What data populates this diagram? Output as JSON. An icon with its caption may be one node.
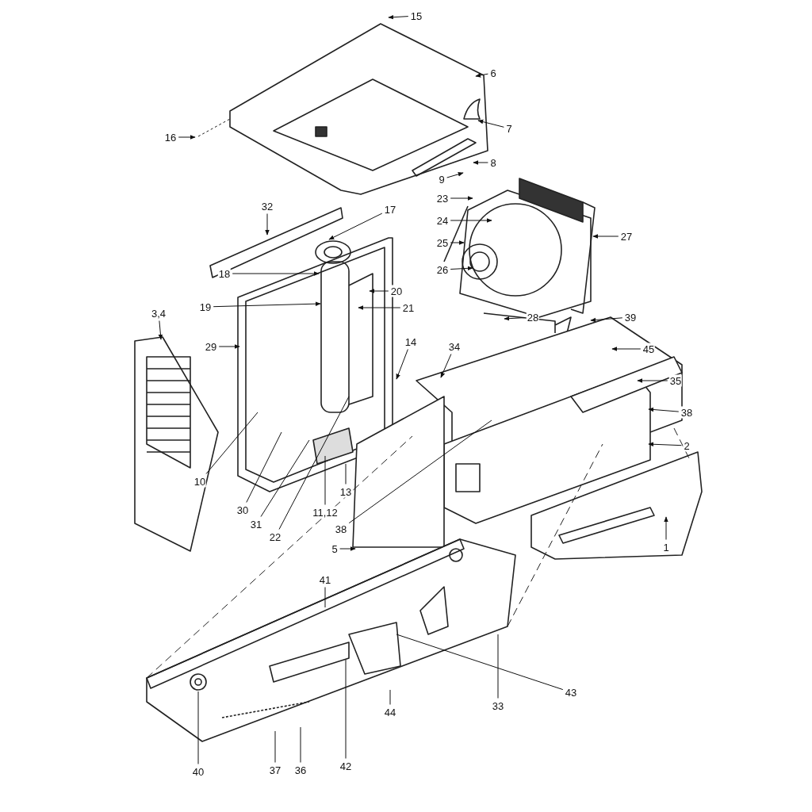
{
  "diagram": {
    "nodes": [
      {
        "text": [
          "15"
        ]
      },
      {
        "text": [
          "6"
        ]
      },
      {
        "text": [
          "7"
        ]
      },
      {
        "text": [
          "16"
        ]
      },
      {
        "text": [
          "8"
        ]
      },
      {
        "text": [
          "9"
        ]
      },
      {
        "text": [
          "23"
        ]
      },
      {
        "text": [
          "24"
        ]
      },
      {
        "text": [
          "25"
        ]
      },
      {
        "text": [
          "26"
        ]
      },
      {
        "text": [
          "27"
        ]
      },
      {
        "text": [
          "32"
        ]
      },
      {
        "text": [
          "17"
        ]
      },
      {
        "text": [
          "18"
        ]
      },
      {
        "text": [
          "20"
        ]
      },
      {
        "text": [
          "19"
        ]
      },
      {
        "text": [
          "21"
        ]
      },
      {
        "text": [
          "3,4"
        ]
      },
      {
        "text": [
          "29"
        ]
      },
      {
        "text": [
          "14"
        ]
      },
      {
        "text": [
          "34"
        ]
      },
      {
        "text": [
          "28"
        ]
      },
      {
        "text": [
          "39"
        ]
      },
      {
        "text": [
          "45"
        ]
      },
      {
        "text": [
          "35"
        ]
      },
      {
        "text": [
          "38"
        ]
      },
      {
        "text": [
          "2"
        ]
      },
      {
        "text": [
          "10"
        ]
      },
      {
        "text": [
          "30"
        ]
      },
      {
        "text": [
          "31"
        ]
      },
      {
        "text": [
          "22"
        ]
      },
      {
        "text": [
          "11,12"
        ]
      },
      {
        "text": [
          "13"
        ]
      },
      {
        "text": [
          "38"
        ]
      },
      {
        "text": [
          "5"
        ]
      },
      {
        "text": [
          "1"
        ]
      },
      {
        "text": [
          "41"
        ]
      },
      {
        "text": [
          "33"
        ]
      },
      {
        "text": [
          "43"
        ]
      },
      {
        "text": [
          "44"
        ]
      },
      {
        "text": [
          "42"
        ]
      },
      {
        "text": [
          "40"
        ]
      },
      {
        "text": [
          "37"
        ]
      },
      {
        "text": [
          "36"
        ]
      }
    ],
    "edges": [
      {
        "from": 0,
        "to": null,
        "arrow": "to"
      },
      {
        "from": 1,
        "to": null,
        "arrow": "to"
      },
      {
        "from": 2,
        "to": null,
        "arrow": "to"
      },
      {
        "from": 3,
        "to": null,
        "arrow": "to"
      },
      {
        "from": 4,
        "to": null,
        "arrow": "to"
      },
      {
        "from": 5,
        "to": null,
        "arrow": "to"
      },
      {
        "from": 6,
        "to": null,
        "arrow": "to"
      },
      {
        "from": 7,
        "to": null,
        "arrow": "to"
      },
      {
        "from": 8,
        "to": null,
        "arrow": "to"
      },
      {
        "from": 9,
        "to": null,
        "arrow": "to"
      },
      {
        "from": 10,
        "to": null,
        "arrow": "to"
      },
      {
        "from": 11,
        "to": null,
        "arrow": "to"
      },
      {
        "from": 12,
        "to": null,
        "arrow": "to"
      },
      {
        "from": 13,
        "to": null,
        "arrow": "to"
      },
      {
        "from": 14,
        "to": null,
        "arrow": "to"
      },
      {
        "from": 15,
        "to": null,
        "arrow": "to"
      },
      {
        "from": 16,
        "to": null,
        "arrow": "to"
      },
      {
        "from": 17,
        "to": null,
        "arrow": "to"
      },
      {
        "from": 18,
        "to": null,
        "arrow": "to"
      },
      {
        "from": 19,
        "to": null,
        "arrow": "to"
      },
      {
        "from": 20,
        "to": null,
        "arrow": "to"
      },
      {
        "from": 21,
        "to": null,
        "arrow": "to"
      },
      {
        "from": 22,
        "to": null,
        "arrow": "to"
      },
      {
        "from": 23,
        "to": null,
        "arrow": "to"
      },
      {
        "from": 24,
        "to": null,
        "arrow": "to"
      },
      {
        "from": 25,
        "to": null,
        "arrow": "to"
      },
      {
        "from": 26,
        "to": null,
        "arrow": "to"
      },
      {
        "from": 27,
        "to": null,
        "arrow": "none"
      },
      {
        "from": 28,
        "to": null,
        "arrow": "none"
      },
      {
        "from": 29,
        "to": null,
        "arrow": "none"
      },
      {
        "from": 30,
        "to": null,
        "arrow": "none"
      },
      {
        "from": 31,
        "to": null,
        "arrow": "none"
      },
      {
        "from": 32,
        "to": null,
        "arrow": "none"
      },
      {
        "from": 33,
        "to": null,
        "arrow": "none"
      },
      {
        "from": 34,
        "to": null,
        "arrow": "to"
      },
      {
        "from": 35,
        "to": null,
        "arrow": "to"
      },
      {
        "from": 36,
        "to": null,
        "arrow": "none"
      },
      {
        "from": 37,
        "to": null,
        "arrow": "none"
      },
      {
        "from": 38,
        "to": null,
        "arrow": "none"
      },
      {
        "from": 39,
        "to": null,
        "arrow": "none"
      },
      {
        "from": 40,
        "to": null,
        "arrow": "none"
      },
      {
        "from": 41,
        "to": null,
        "arrow": "none"
      },
      {
        "from": 42,
        "to": null,
        "arrow": "none"
      },
      {
        "from": 43,
        "to": null,
        "arrow": "none"
      }
    ]
  }
}
